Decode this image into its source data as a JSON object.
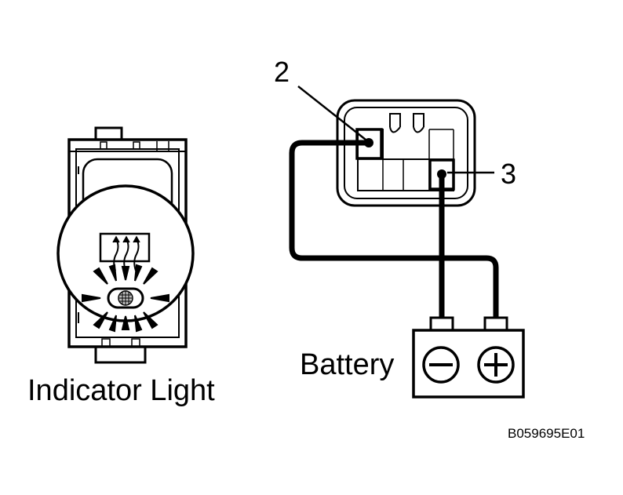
{
  "labels": {
    "indicator_light": "Indicator Light",
    "battery": "Battery",
    "terminal_2": "2",
    "terminal_3": "3",
    "figure_code": "B059695E01"
  },
  "battery_terminals": {
    "negative_symbol": "minus-sign",
    "positive_symbol": "plus-sign"
  },
  "icons": {
    "indicator_symbol": "rear-defogger-heat-waves-icon"
  },
  "colors": {
    "line": "#000000",
    "background": "#ffffff"
  }
}
